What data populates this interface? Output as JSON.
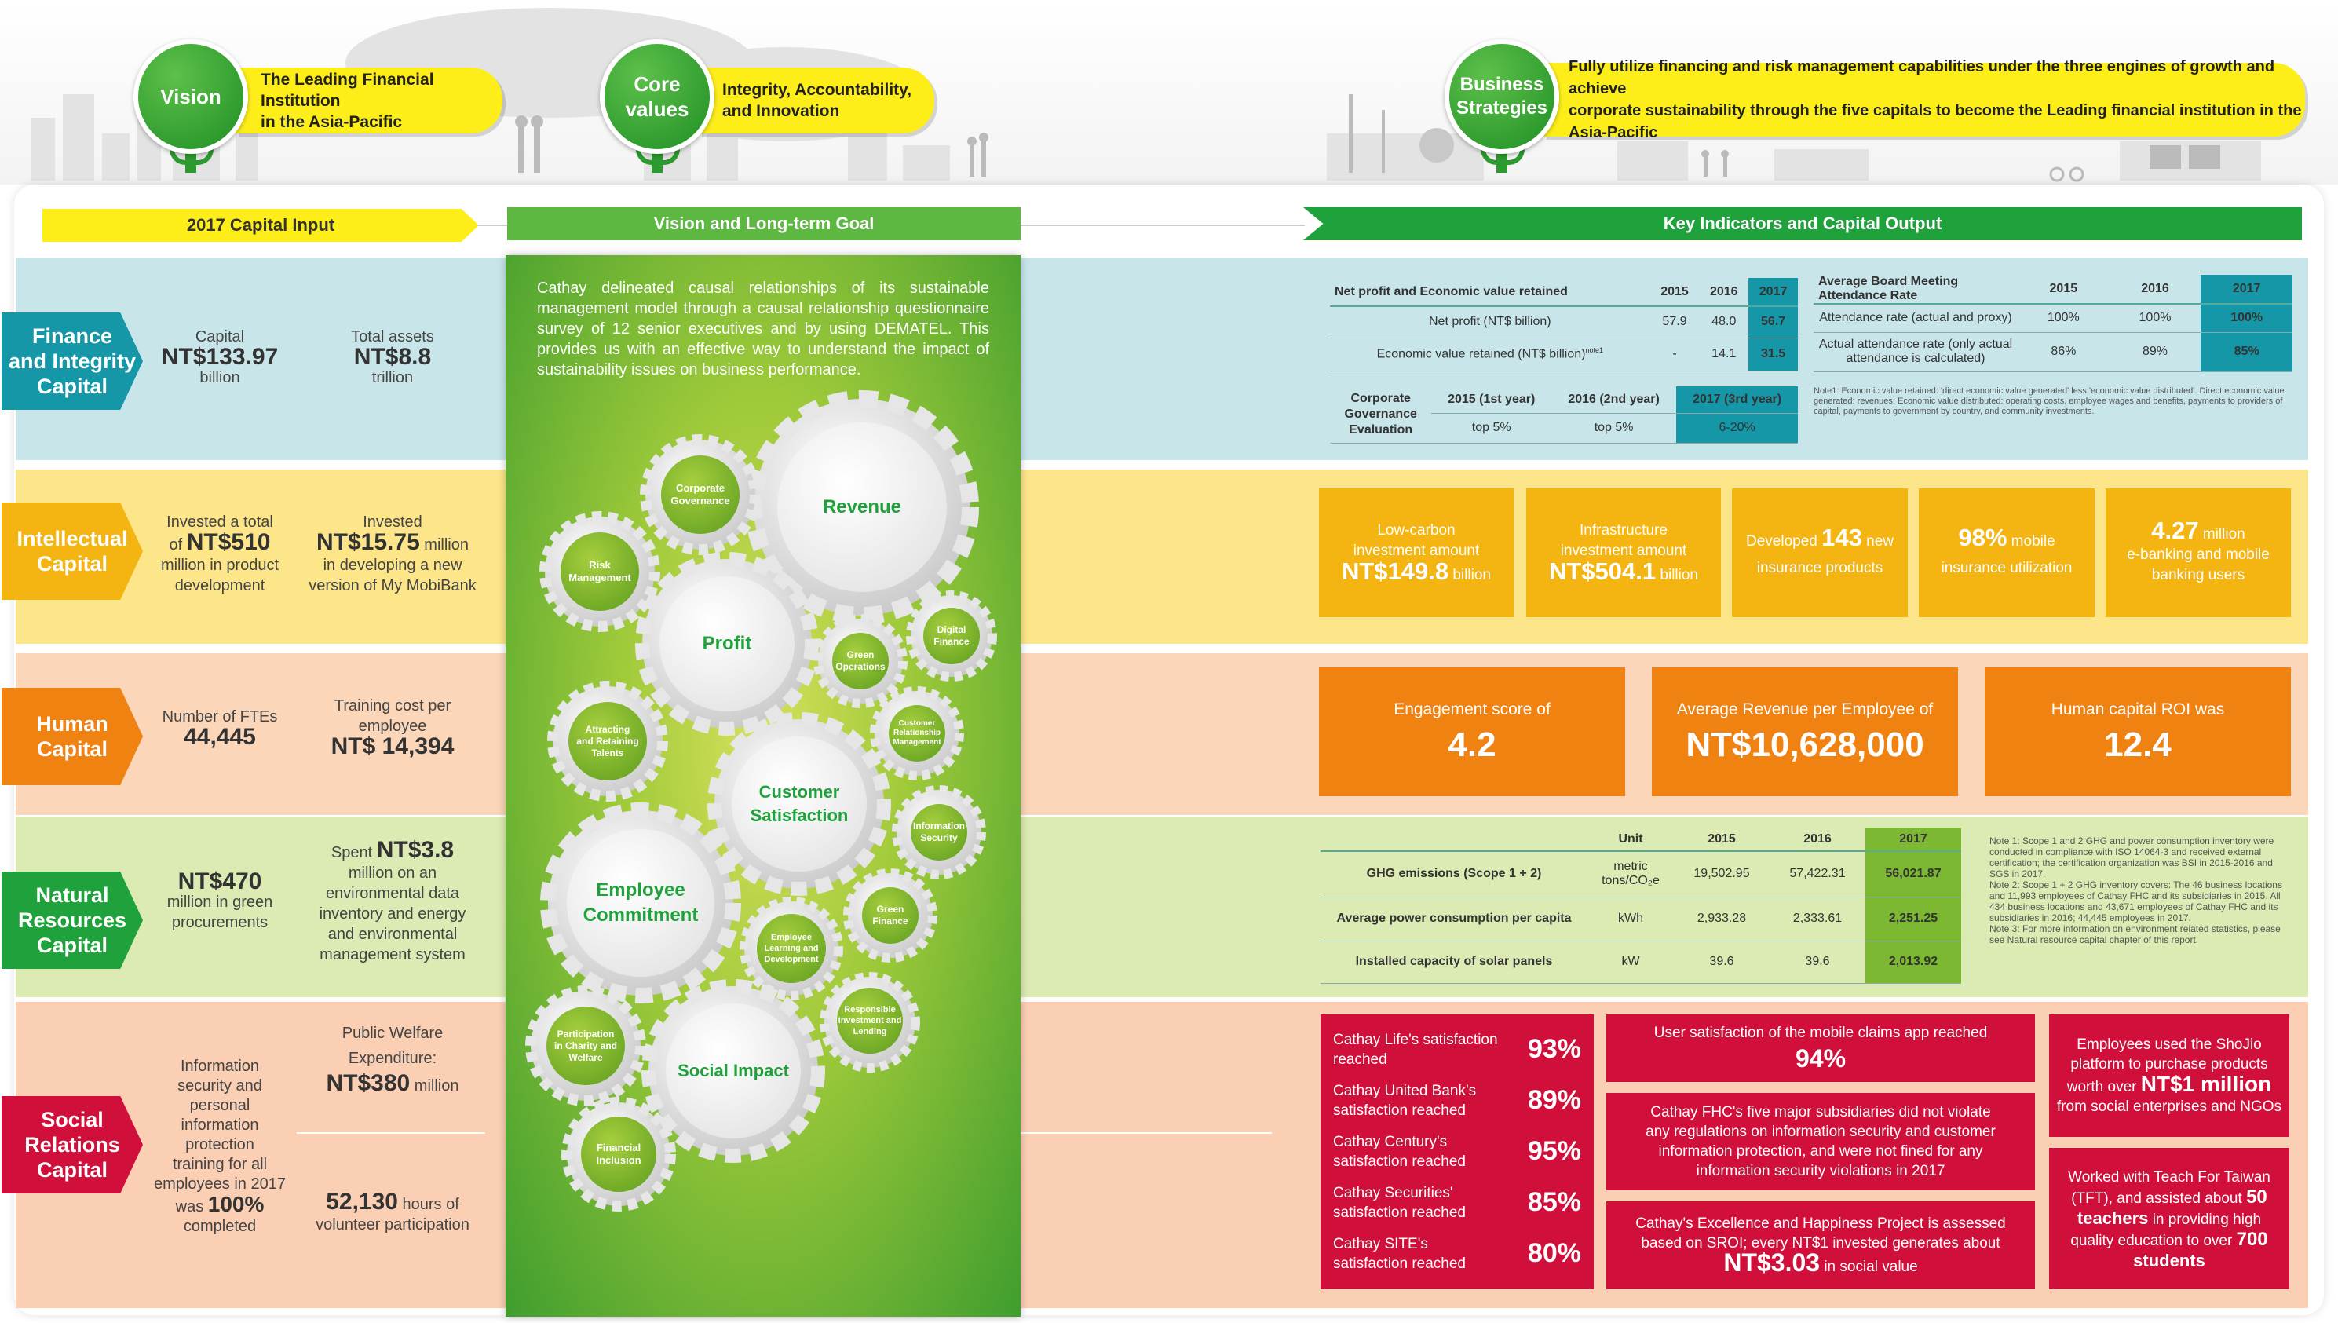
{
  "header": {
    "vision_label": "Vision",
    "vision_text_1": "The Leading Financial Institution",
    "vision_text_2": "in the Asia-Pacific",
    "core_label_1": "Core",
    "core_label_2": "values",
    "core_text_1": "Integrity, Accountability,",
    "core_text_2": "and Innovation",
    "strategy_label_1": "Business",
    "strategy_label_2": "Strategies",
    "strategy_text_1": "Fully utilize financing and risk management capabilities under the three engines of growth and achieve",
    "strategy_text_2": "corporate sustainability through the five capitals to become the Leading financial institution in the Asia-Pacific"
  },
  "columns": {
    "input": "2017 Capital Input",
    "vision": "Vision and Long-term Goal",
    "output": "Key Indicators and Capital Output"
  },
  "capitals": {
    "finance": {
      "label_1": "Finance",
      "label_2": "and Integrity",
      "label_3": "Capital",
      "a_top": "Capital",
      "a_val": "NT$133.97",
      "a_bot": "billion",
      "b_top": "Total assets",
      "b_val": "NT$8.8",
      "b_bot": "trillion"
    },
    "intellectual": {
      "label_1": "Intellectual",
      "label_2": "Capital",
      "a_1": "Invested a total",
      "a_2_pre": "of ",
      "a_val": "NT$510",
      "a_3": "million in product",
      "a_4": "development",
      "b_1": "Invested",
      "b_val": "NT$15.75",
      "b_unit": " million",
      "b_3": "in developing a new",
      "b_4": "version of My MobiBank"
    },
    "human": {
      "label_1": "Human",
      "label_2": "Capital",
      "a_top": "Number of FTEs",
      "a_val": "44,445",
      "b_1": "Training cost per",
      "b_2": "employee",
      "b_val": "NT$ 14,394"
    },
    "natural": {
      "label_1": "Natural",
      "label_2": "Resources",
      "label_3": "Capital",
      "a_val": "NT$470",
      "a_2": "million in green",
      "a_3": "procurements",
      "b_pre": "Spent ",
      "b_val": "NT$3.8",
      "b_2": "million on an",
      "b_3": "environmental data",
      "b_4": "inventory and energy",
      "b_5": "and environmental",
      "b_6": "management system"
    },
    "social": {
      "label_1": "Social",
      "label_2": "Relations",
      "label_3": "Capital",
      "a_1": "Information",
      "a_2": "security and",
      "a_3": "personal",
      "a_4": "information",
      "a_5": "protection",
      "a_6": "training for all",
      "a_7": "employees in 2017",
      "a_8_pre": "was ",
      "a_val": "100%",
      "a_9": "completed",
      "b_1": "Public Welfare",
      "b_2": "Expenditure:",
      "b_val": "NT$380",
      "b_unit": " million",
      "c_val": "52,130",
      "c_unit": " hours of",
      "c_2": "volunteer participation"
    }
  },
  "vision_text": "Cathay delineated causal relationships of its sustainable management model through a causal relationship questionnaire survey of 12 senior executives and by using DEMATEL. This provides us with an effective way to understand the impact of sustainability issues on business performance.",
  "gears": {
    "revenue": "Revenue",
    "corporate_gov_1": "Corporate",
    "corporate_gov_2": "Governance",
    "risk_1": "Risk",
    "risk_2": "Management",
    "profit": "Profit",
    "digital_1": "Digital",
    "digital_2": "Finance",
    "green_ops_1": "Green",
    "green_ops_2": "Operations",
    "attract_1": "Attracting",
    "attract_2": "and Retaining",
    "attract_3": "Talents",
    "crm_1": "Customer",
    "crm_2": "Relationship",
    "crm_3": "Management",
    "cust_sat_1": "Customer",
    "cust_sat_2": "Satisfaction",
    "infosec_1": "Information",
    "infosec_2": "Security",
    "emp_commit_1": "Employee",
    "emp_commit_2": "Commitment",
    "green_fin_1": "Green",
    "green_fin_2": "Finance",
    "emp_learn_1": "Employee",
    "emp_learn_2": "Learning and",
    "emp_learn_3": "Development",
    "resp_inv_1": "Responsible",
    "resp_inv_2": "Investment and",
    "resp_inv_3": "Lending",
    "charity_1": "Participation",
    "charity_2": "in Charity and",
    "charity_3": "Welfare",
    "social_impact": "Social Impact",
    "fin_incl_1": "Financial",
    "fin_incl_2": "Inclusion"
  },
  "finance_table": {
    "header": [
      "Net profit and Economic value retained",
      "2015",
      "2016",
      "2017"
    ],
    "rows": [
      [
        "Net profit (NT$ billion)",
        "57.9",
        "48.0",
        "56.7"
      ],
      [
        "Economic value retained (NT$ billion)",
        "-",
        "14.1",
        "31.5"
      ]
    ],
    "note_sup": "note1"
  },
  "gov_table": {
    "label_1": "Corporate",
    "label_2": "Governance",
    "label_3": "Evaluation",
    "header": [
      "2015 (1st year)",
      "2016 (2nd year)",
      "2017 (3rd year)"
    ],
    "values": [
      "top 5%",
      "top 5%",
      "6-20%"
    ]
  },
  "board_table": {
    "header": [
      "Average Board Meeting Attendance Rate",
      "2015",
      "2016",
      "2017"
    ],
    "rows": [
      [
        "Attendance rate (actual and proxy)",
        "100%",
        "100%",
        "100%"
      ],
      [
        "Actual attendance rate (only actual attendance is calculated)",
        "86%",
        "89%",
        "85%"
      ]
    ]
  },
  "finance_note": "Note1: Economic value retained: 'direct economic value generated' less 'economic value distributed'. Direct economic value generated: revenues; Economic value distributed: operating costs, employee wages and benefits, payments to providers of capital, payments to government by country, and community investments.",
  "intellectual_out": {
    "b1_1": "Low-carbon",
    "b1_2": "investment amount",
    "b1_val": "NT$149.8",
    "b1_unit": " billion",
    "b2_1": "Infrastructure",
    "b2_2": "investment amount",
    "b2_val": "NT$504.1",
    "b2_unit": " billion",
    "b3_pre": "Developed ",
    "b3_val": "143",
    "b3_unit": " new",
    "b3_2": "insurance products",
    "b4_val": "98%",
    "b4_unit": " mobile",
    "b4_2": "insurance utilization",
    "b5_val": "4.27",
    "b5_unit": " million",
    "b5_2": "e-banking and mobile",
    "b5_3": "banking users"
  },
  "human_out": {
    "b1_1": "Engagement score of",
    "b1_val": "4.2",
    "b2_1": "Average Revenue per Employee of",
    "b2_val": "NT$10,628,000",
    "b3_1": "Human capital ROI was",
    "b3_val": "12.4"
  },
  "env_table": {
    "header": [
      "",
      "Unit",
      "2015",
      "2016",
      "2017"
    ],
    "rows": [
      [
        "GHG emissions (Scope 1 + 2)",
        "metric tons/CO₂e",
        "19,502.95",
        "57,422.31",
        "56,021.87"
      ],
      [
        "Average power consumption per capita",
        "kWh",
        "2,933.28",
        "2,333.61",
        "2,251.25"
      ],
      [
        "Installed capacity of solar panels",
        "kW",
        "39.6",
        "39.6",
        "2,013.92"
      ]
    ]
  },
  "env_notes": [
    "Note 1: Scope 1 and 2 GHG and power consumption inventory were conducted in compliance with ISO 14064-3 and received external certification; the certification organization was BSI in 2015-2016 and SGS in 2017.",
    "Note 2: Scope 1 + 2 GHG inventory covers: The 46 business locations and 11,993 employees of Cathay FHC and its subsidiaries in 2015. All 434 business locations and 43,671 employees of Cathay FHC and its subsidiaries in 2016; 44,445 employees in 2017.",
    "Note 3: For more information on environment related statistics, please see Natural resource capital chapter of this report."
  ],
  "social_out": {
    "sat": [
      {
        "label_1": "Cathay Life's satisfaction",
        "label_2": "reached",
        "val": "93%"
      },
      {
        "label_1": "Cathay United Bank's",
        "label_2": "satisfaction reached",
        "val": "89%"
      },
      {
        "label_1": "Cathay Century's",
        "label_2": "satisfaction reached",
        "val": "95%"
      },
      {
        "label_1": "Cathay Securities'",
        "label_2": "satisfaction reached",
        "val": "85%"
      },
      {
        "label_1": "Cathay SITE's",
        "label_2": "satisfaction reached",
        "val": "80%"
      }
    ],
    "app_1": "User satisfaction of the mobile claims app reached",
    "app_val": "94%",
    "reg_1": "Cathay FHC's five major subsidiaries did not violate",
    "reg_2": "any regulations on information security and customer",
    "reg_3": "information protection, and were not fined for any",
    "reg_4": "information security violations in 2017",
    "sroi_1": "Cathay's Excellence and Happiness Project is assessed",
    "sroi_2": "based on SROI; every NT$1 invested generates about",
    "sroi_val": "NT$3.03",
    "sroi_unit": " in social value",
    "shojio_1": "Employees used the ShoJio",
    "shojio_2": "platform to purchase products",
    "shojio_pre": "worth over ",
    "shojio_val": "NT$1 million",
    "shojio_3": "from social enterprises and NGOs",
    "tft_1": "Worked with Teach For Taiwan",
    "tft_2_pre": "(TFT), and assisted about ",
    "tft_val1": "50",
    "tft_val2": "teachers",
    "tft_3": " in providing high",
    "tft_4_pre": "quality education to over ",
    "tft_val3": "700",
    "tft_val4": "students"
  },
  "colors": {
    "green": "#1fa13c",
    "yellow": "#fdee1a",
    "finance_band": "#c8e6ea",
    "intel_band": "#fde68a",
    "human_band": "#fbd6b8",
    "natural_band": "#dcebb3",
    "social_band": "#fbcfb4",
    "teal": "#1597a8",
    "orange": "#f08212",
    "gold": "#f4b512",
    "red": "#d0103a",
    "nat_green": "#7cb832"
  }
}
